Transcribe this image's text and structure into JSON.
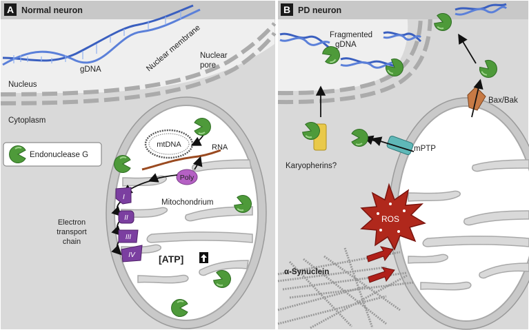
{
  "panel_a": {
    "letter": "A",
    "title": "Normal neuron",
    "labels": {
      "gdna": "gDNA",
      "nuclear_membrane": "Nuclear membrane",
      "nuclear_pore_line1": "Nuclear",
      "nuclear_pore_line2": "pore",
      "nucleus": "Nucleus",
      "cytoplasm": "Cytoplasm",
      "endonuclease_g": "Endonuclease G",
      "mtdna": "mtDNA",
      "rna": "RNA",
      "poly": "Poly",
      "mitochondrium": "Mitochondrium",
      "etc_line1": "Electron",
      "etc_line2": "transport",
      "etc_line3": "chain",
      "complex_1": "I",
      "complex_2": "II",
      "complex_3": "III",
      "complex_4": "IV",
      "atp": "[ATP]"
    }
  },
  "panel_b": {
    "letter": "B",
    "title": "PD neuron",
    "labels": {
      "fragmented_line1": "Fragmented",
      "fragmented_line2": "gDNA",
      "bax_bak": "Bax/Bak",
      "karyopherins": "Karyopherins?",
      "mptp": "mPTP",
      "ros": "ROS",
      "alpha_synuclein": "α-Synuclein"
    }
  },
  "colors": {
    "panel_bg": "#d9d9d9",
    "panel_header": "#c8c8c8",
    "membrane": "#b5b5b5",
    "dna": "#3a5fbf",
    "endonuclease": "#4e9a3a",
    "complex": "#7b3fa0",
    "poly": "#b561c4",
    "karyopherin": "#e9c94a",
    "mptp": "#5fb8b8",
    "bax": "#c77a45",
    "ros": "#b0281c",
    "arrow_red": "#b0201a"
  }
}
